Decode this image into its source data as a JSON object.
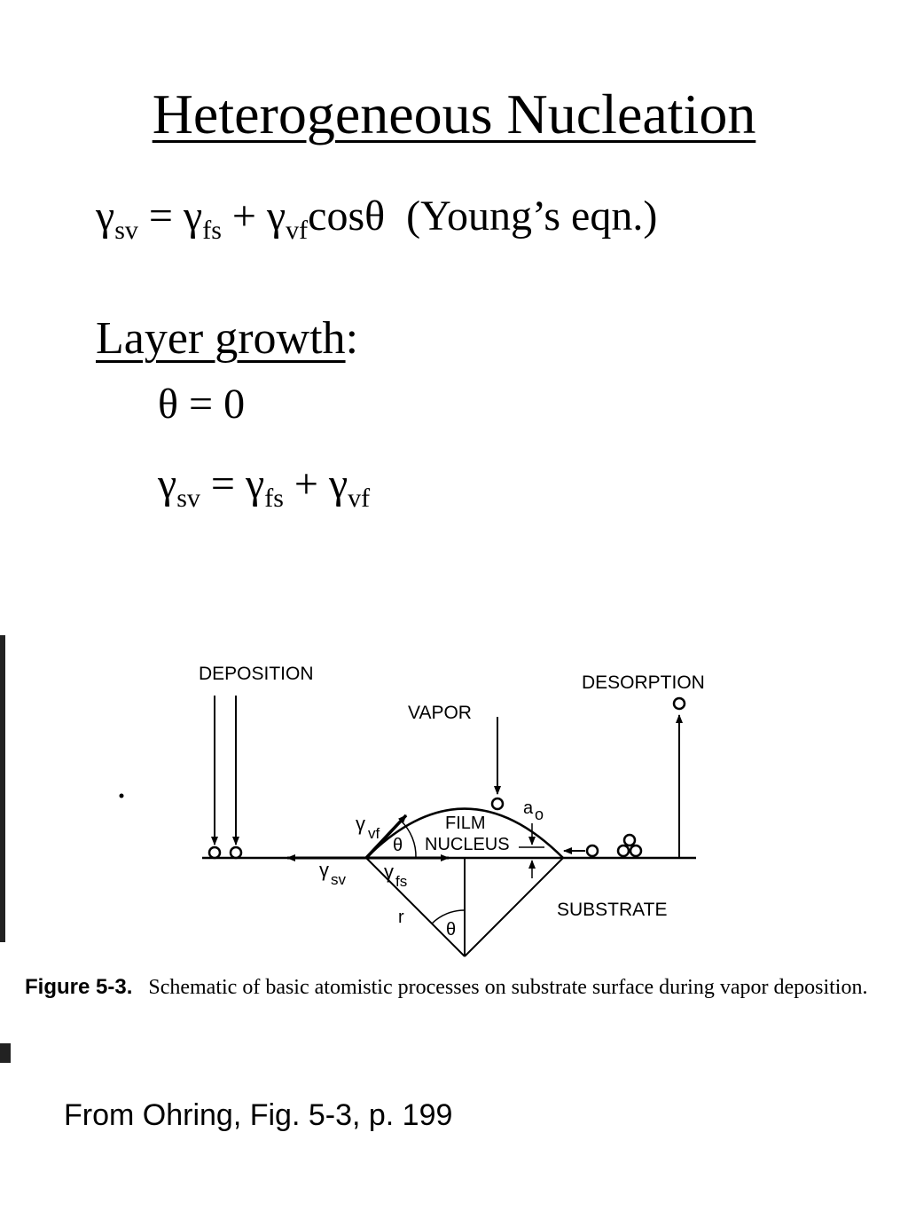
{
  "title": "Heterogeneous Nucleation",
  "youngs_equation": {
    "gamma": "γ",
    "sub_sv": "sv",
    "sub_fs": "fs",
    "sub_vf": "vf",
    "equals": " = ",
    "plus": " + ",
    "cos_theta": "cosθ",
    "name": "  (Young’s eqn.)"
  },
  "layer_growth": {
    "heading": "Layer growth",
    "colon": ":",
    "condition": "θ = 0"
  },
  "figure": {
    "labels": {
      "deposition": "DEPOSITION",
      "desorption": "DESORPTION",
      "vapor": "VAPOR",
      "film": "FILM",
      "nucleus": "NUCLEUS",
      "substrate": "SUBSTRATE",
      "a": "a",
      "a_sub": "o",
      "r": "r",
      "theta": "θ",
      "gamma": "γ",
      "sub_vf": "vf",
      "sub_fs": "fs",
      "sub_sv": "sv"
    },
    "caption_label": "Figure 5-3.",
    "caption_text": "Schematic of basic atomistic processes on substrate surface during vapor deposition."
  },
  "source": "From Ohring, Fig. 5-3, p. 199"
}
